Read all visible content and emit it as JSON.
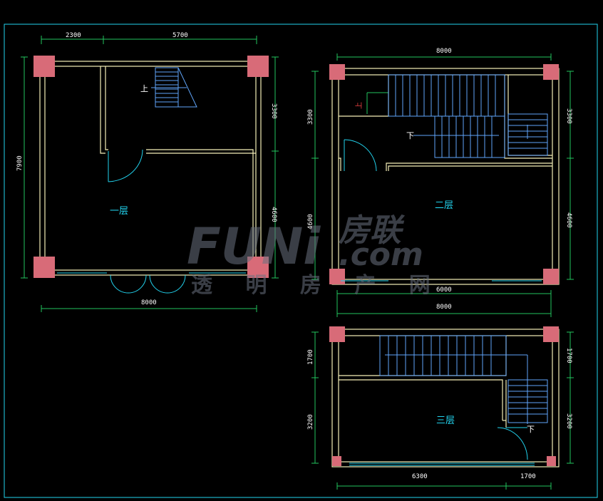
{
  "plans": [
    {
      "name": "一层",
      "dims": {
        "top": [
          "2300",
          "5700"
        ],
        "left": "7900",
        "right": [
          "3300",
          "4600"
        ],
        "bottom": "8000"
      },
      "stair_marks": [
        "上"
      ]
    },
    {
      "name": "二层",
      "dims": {
        "top": "8000",
        "left": [
          "3300",
          "4600"
        ],
        "right": [
          "3300",
          "4600"
        ],
        "bottom": [
          "6000",
          "8000"
        ]
      },
      "stair_marks": [
        "上",
        "下"
      ]
    },
    {
      "name": "三层",
      "dims": {
        "left": [
          "1700",
          "3200"
        ],
        "right": [
          "1700",
          "3200"
        ],
        "bottom": [
          "6300",
          "1700"
        ]
      },
      "stair_marks": [
        "下"
      ]
    }
  ],
  "watermark": {
    "brand": "FUNi",
    "cn": "房联",
    "com": ".com",
    "tagline": "透 明 房 产 网"
  },
  "colors": {
    "wall": "#f5f0b8",
    "column": "#d86b78",
    "dimension": "#22c55e",
    "stair": "#60a5fa",
    "label": "#22d3ee",
    "text": "#ffffff",
    "frame": "#22d3ee"
  }
}
